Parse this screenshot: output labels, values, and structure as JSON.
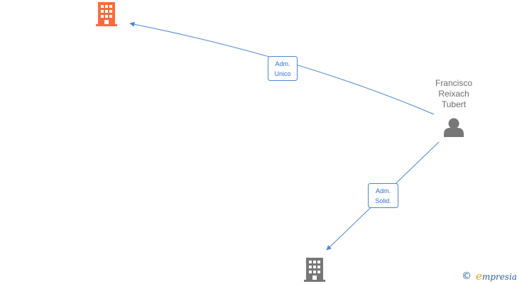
{
  "nodes": {
    "company_top": {
      "type": "company",
      "color": "#ff6a3d",
      "icon": "building-icon"
    },
    "company_bottom": {
      "type": "company",
      "color": "#777777",
      "icon": "building-icon"
    },
    "person": {
      "type": "person",
      "color": "#777777",
      "icon": "person-icon",
      "name_lines": [
        "Francisco",
        "Reixach",
        "Tubert"
      ]
    }
  },
  "edges": [
    {
      "from": "person",
      "to": "company_top",
      "label_lines": [
        "Adm.",
        "Unico"
      ]
    },
    {
      "from": "person",
      "to": "company_bottom",
      "label_lines": [
        "Adm.",
        "Solid."
      ]
    }
  ],
  "colors": {
    "edge": "#4a86d8",
    "edge_label_text": "#2f6fce",
    "node_label_text": "#6d6d6d",
    "watermark": "#2a5f95",
    "watermark_accent": "#f39c12"
  },
  "watermark": {
    "copyright_symbol": "©",
    "brand_first_letter": "e",
    "brand_rest": "mpresia"
  }
}
